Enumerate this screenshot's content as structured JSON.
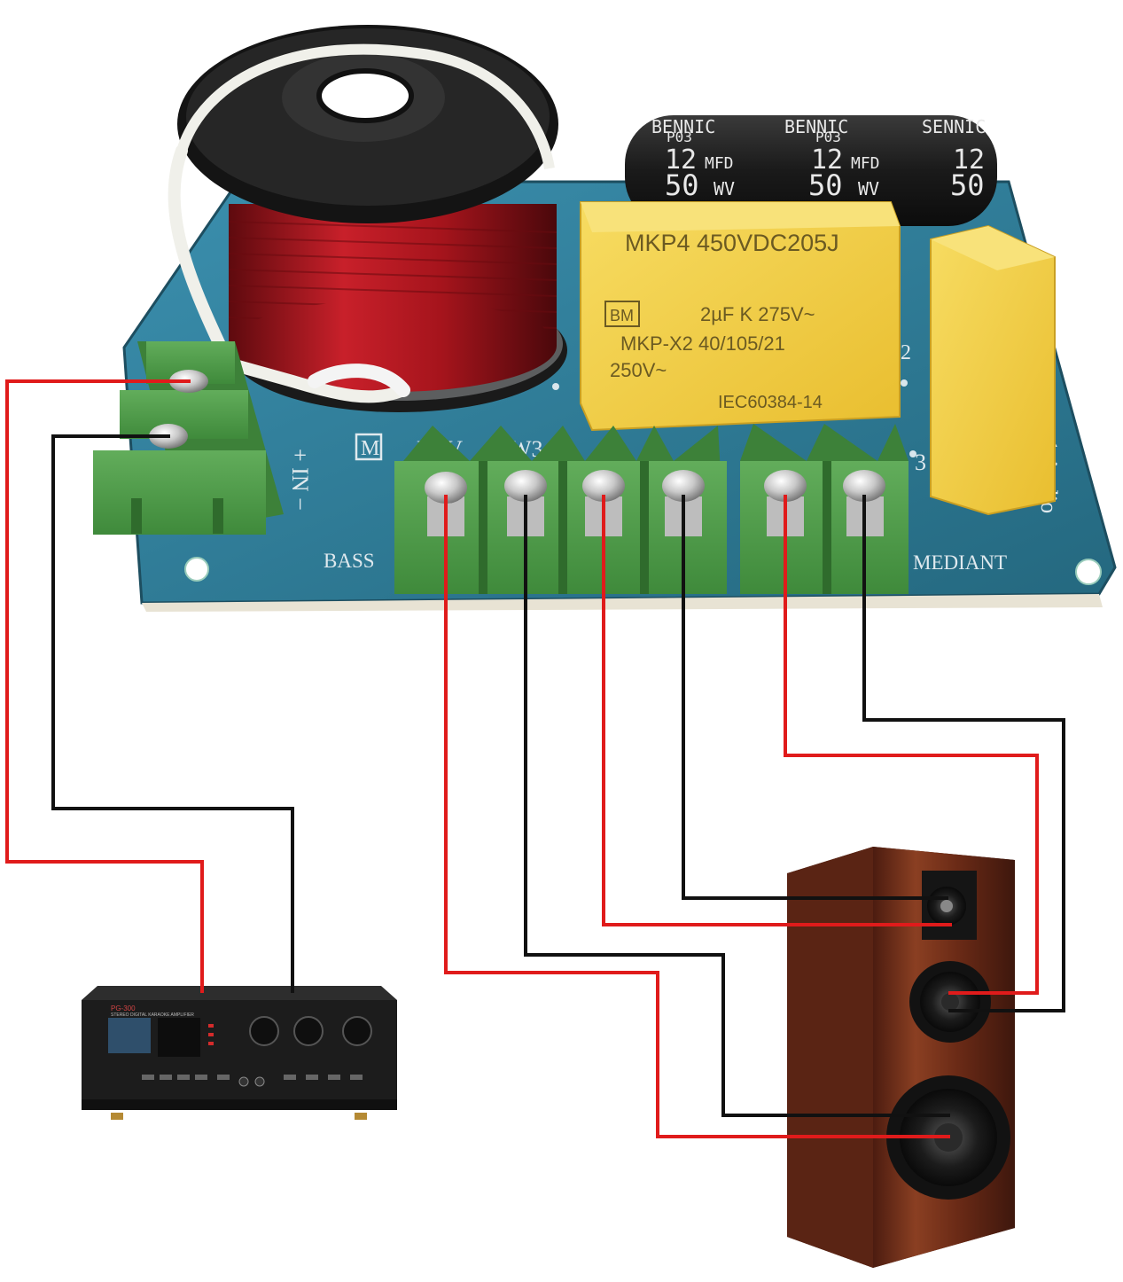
{
  "colors": {
    "wire_positive": "#e01b1b",
    "wire_negative": "#111111",
    "pcb": "#2f7d9a",
    "terminal_green": "#4f9a4a",
    "coil_copper": "#b3151c",
    "capacitor_yellow": "#f2cf45",
    "speaker_wood": "#6e2f1c"
  },
  "board": {
    "input_label": "+ IN −",
    "brand_mark": "M",
    "label_top_left": "PUV",
    "label_top_mid": "W3",
    "label_right": "3",
    "label_side": "1 Audio",
    "bass_label": "BASS",
    "mid_label": "MEDIANT"
  },
  "electrolytic": {
    "brand": "BENNIC",
    "code": "P03",
    "capacitance": "12",
    "unit": "MFD",
    "voltage": "50",
    "voltage_unit": "WV",
    "brand_partial": "SENNIC",
    "capacitance_partial": "12",
    "voltage_partial": "50"
  },
  "film_cap": {
    "line1": "MKP4 450VDC205J",
    "line2": "2µF K 275V~",
    "line3": "MKP-X2 40/105/21",
    "line4": "250V~",
    "line5": "IEC60384-14",
    "logo": "BM",
    "side_mark": "2"
  },
  "amplifier": {
    "model": "PG-300",
    "subtitle": "STEREO DIGITAL KARAOKE AMPLIFIER"
  }
}
